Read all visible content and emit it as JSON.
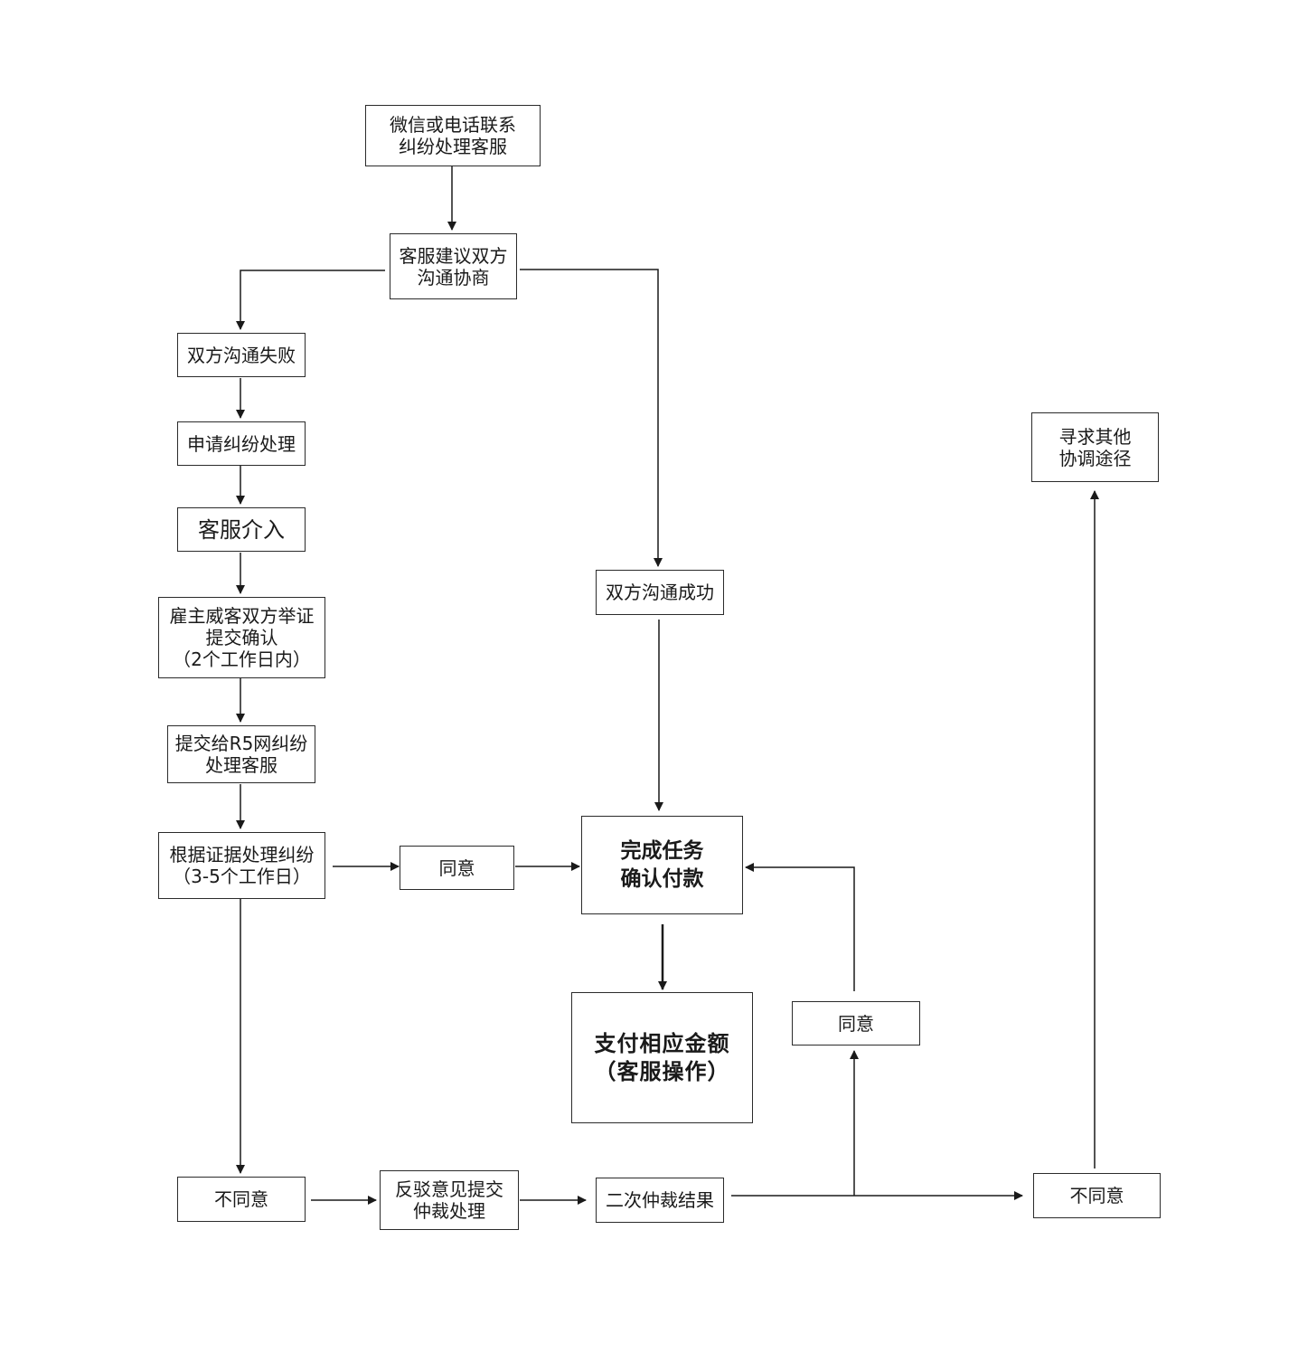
{
  "nodes": {
    "contact_service": "微信或电话联系\n纠纷处理客服",
    "suggest_negotiate": "客服建议双方\n沟通协商",
    "negotiation_failed": "双方沟通失败",
    "apply_dispute": "申请纠纷处理",
    "service_intervene": "客服介入",
    "submit_evidence": "雇主威客双方举证\n提交确认\n（2个工作日内）",
    "submit_to_r5": "提交给R5网纠纷\n处理客服",
    "process_by_evidence": "根据证据处理纠纷\n（3-5个工作日）",
    "agree_1": "同意",
    "negotiation_success": "双方沟通成功",
    "complete_task": "完成任务\n确认付款",
    "pay_amount": "支付相应金额\n（客服操作）",
    "agree_2": "同意",
    "seek_other": "寻求其他\n协调途径",
    "disagree_1": "不同意",
    "rebut_arbitration": "反驳意见提交\n仲裁处理",
    "second_arbitration": "二次仲裁结果",
    "disagree_2": "不同意"
  }
}
